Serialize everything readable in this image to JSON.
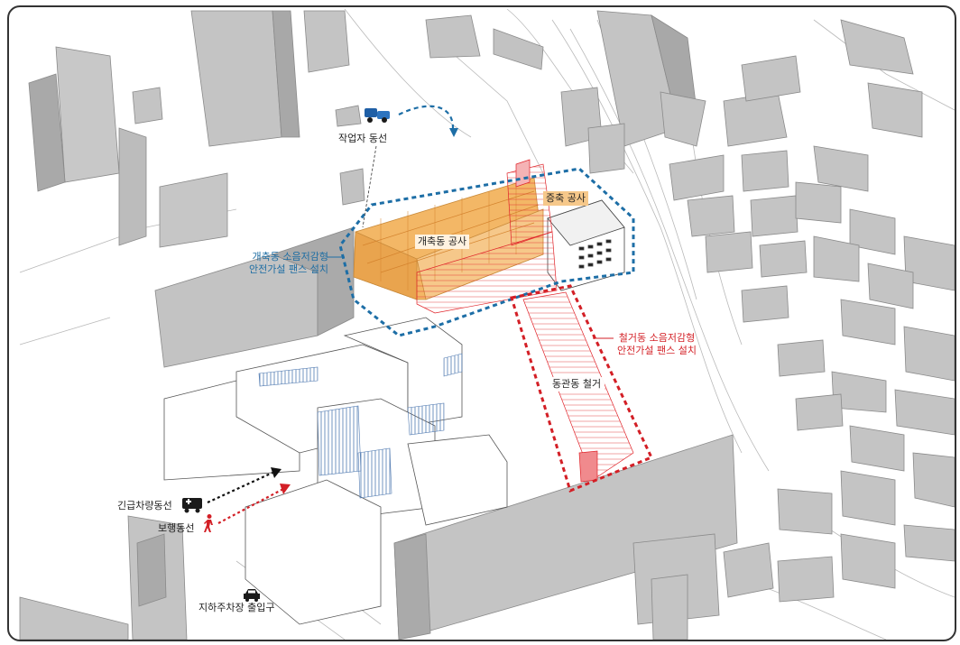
{
  "labels": {
    "worker_route": "작업자 동선",
    "extension_work": "증축 공사",
    "renovation_work": "개축동 공사",
    "renovation_fence": [
      "개축동 소음저감형",
      "안전가설 팬스 설치"
    ],
    "demolition_fence": [
      "철거동 소음저감형",
      "안전가설 팬스 설치"
    ],
    "demolition_building": "동관동 철거",
    "emergency_route": "긴급차량동선",
    "pedestrian_route": "보행동선",
    "parking_entrance": "지하주차장 출입구"
  },
  "icons": [
    "truck-icon",
    "ambulance-icon",
    "pedestrian-icon",
    "car-icon"
  ],
  "colors": {
    "building_gray": "#c2c2c2",
    "renovation_orange": "#f3b766",
    "demolition_red": "#e0242a",
    "fence_blue": "#1d6ea6",
    "fence_red": "#d31f26",
    "glass_blue": "#7fa4cf"
  }
}
